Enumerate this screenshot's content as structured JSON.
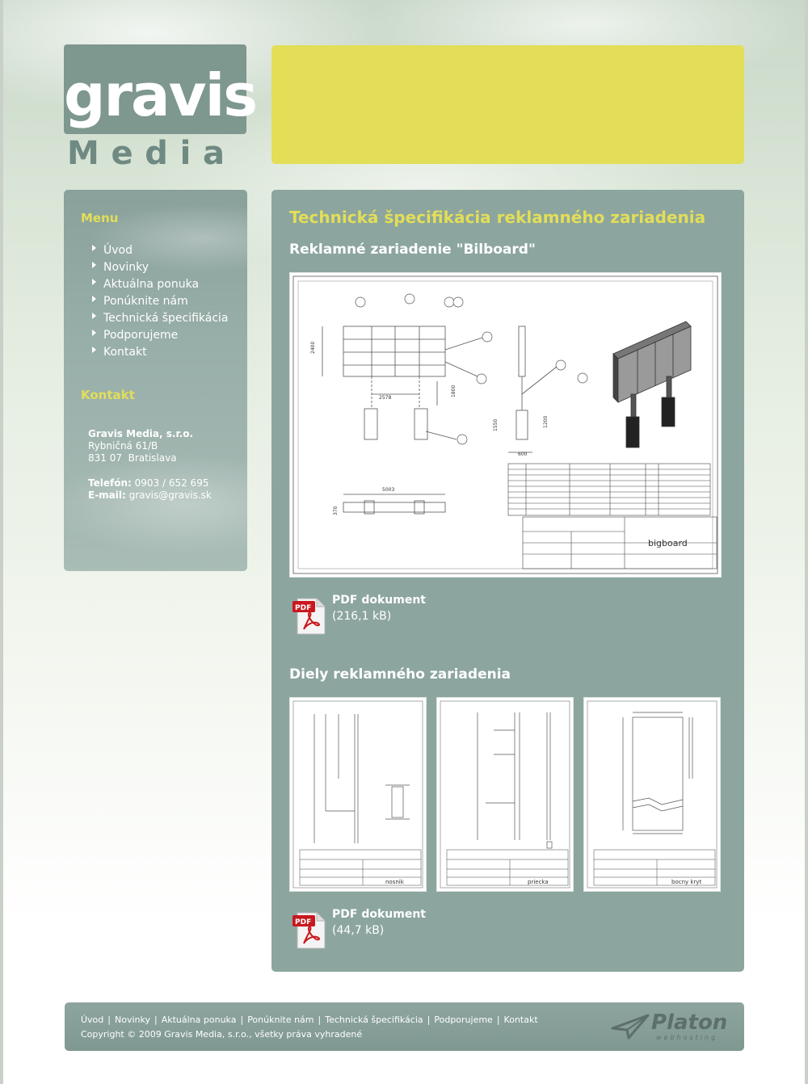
{
  "logo": {
    "word1": "gravis",
    "word2": "Media"
  },
  "sidebar": {
    "menu_heading": "Menu",
    "menu": [
      {
        "label": "Úvod"
      },
      {
        "label": "Novinky"
      },
      {
        "label": "Aktuálna ponuka"
      },
      {
        "label": "Ponúknite nám"
      },
      {
        "label": "Technická špecifikácia"
      },
      {
        "label": "Podporujeme"
      },
      {
        "label": "Kontakt"
      }
    ],
    "contact_heading": "Kontakt",
    "contact": {
      "company": "Gravis Media, s.r.o.",
      "street": "Rybničná 61/B",
      "city": "831 07  Bratislava",
      "phone_label": "Telefón:",
      "phone": "0903 / 652 695",
      "email_label": "E-mail:",
      "email": "gravis@gravis.sk"
    }
  },
  "main": {
    "title": "Technická špecifikácia reklamného zariadenia",
    "section1": {
      "title": "Reklamné zariadenie \"Bilboard\"",
      "drawing_title": "bigboard",
      "pdf_label": "PDF dokument",
      "pdf_size": "(216,1 kB)"
    },
    "section2": {
      "title": "Diely reklamného zariadenia",
      "parts": [
        "nosnik",
        "priecka",
        "bocny kryt"
      ],
      "pdf_label": "PDF dokument",
      "pdf_size": "(44,7 kB)"
    }
  },
  "footer": {
    "links": [
      "Úvod",
      "Novinky",
      "Aktuálna ponuka",
      "Ponúknite nám",
      "Technická špecifikácia",
      "Podporujeme",
      "Kontakt"
    ],
    "copyright": "Copyright © 2009 Gravis Media, s.r.o., všetky práva vyhradené",
    "hosting_name": "Platon",
    "hosting_sub": "webhosting"
  },
  "colors": {
    "accent_yellow": "#e2de58",
    "panel_green": "#8ca59f",
    "logo_green": "#7e978f"
  }
}
